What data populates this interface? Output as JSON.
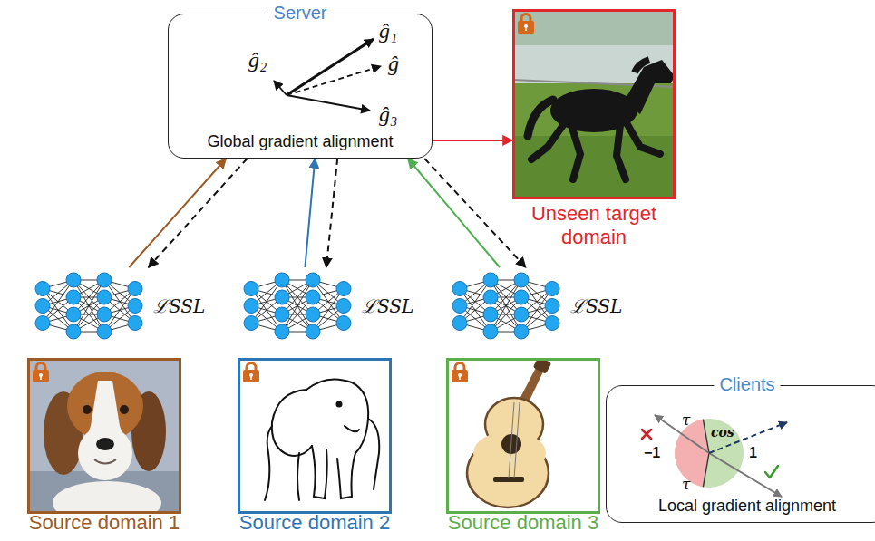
{
  "diagram": {
    "nodes": [
      {
        "text": [
          "Server",
          "Global gradient alignment"
        ]
      },
      {
        "text": [
          "Unseen target domain"
        ]
      },
      {
        "text": [
          "ℒSSL"
        ]
      },
      {
        "text": [
          "ℒSSL"
        ]
      },
      {
        "text": [
          "ℒSSL"
        ]
      },
      {
        "text": [
          "Source domain 1"
        ]
      },
      {
        "text": [
          "Source domain 2"
        ]
      },
      {
        "text": [
          "Source domain 3"
        ]
      },
      {
        "text": [
          "Clients",
          "Local gradient alignment"
        ]
      }
    ],
    "edges": [
      {
        "from": 2,
        "to": 0,
        "arrow": "to"
      },
      {
        "from": 0,
        "to": 2,
        "arrow": "to"
      },
      {
        "from": 3,
        "to": 0,
        "arrow": "to"
      },
      {
        "from": 0,
        "to": 3,
        "arrow": "to"
      },
      {
        "from": 4,
        "to": 0,
        "arrow": "to"
      },
      {
        "from": 0,
        "to": 4,
        "arrow": "to"
      },
      {
        "from": 0,
        "to": 1,
        "arrow": "to"
      }
    ],
    "labels": [
      "ĝ₂",
      "ĝ₁",
      "ĝ",
      "ĝ₃",
      "τ",
      "cos",
      "−1",
      "1",
      "τ"
    ]
  }
}
